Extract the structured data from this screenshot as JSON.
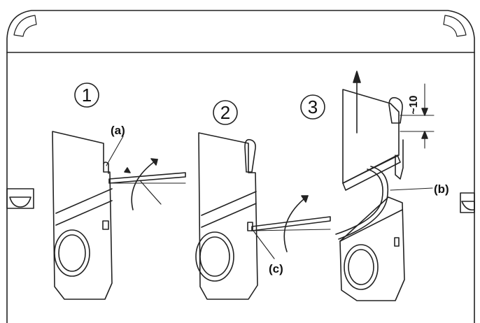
{
  "diagram": {
    "steps": [
      {
        "number": "1",
        "labels": [
          "(a)"
        ]
      },
      {
        "number": "2",
        "labels": [
          "(c)"
        ]
      },
      {
        "number": "3",
        "labels": [
          "(b)"
        ]
      }
    ],
    "dimension": "~10"
  }
}
